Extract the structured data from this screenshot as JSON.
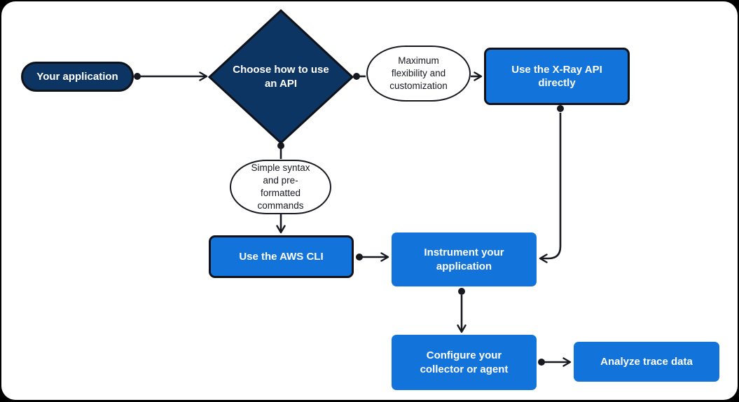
{
  "diagram": {
    "type": "flowchart",
    "nodes": {
      "start": {
        "label": "Your application",
        "shape": "stadium",
        "fill": "#0d3563",
        "text_color": "#ffffff"
      },
      "decision": {
        "label": "Choose how to use an API",
        "shape": "diamond",
        "fill": "#0d3563",
        "text_color": "#ffffff"
      },
      "cond_flexibility": {
        "label": "Maximum flexibility and customization",
        "shape": "ellipse",
        "fill": "#ffffff",
        "text_color": "#16191f"
      },
      "cond_simple": {
        "label": "Simple syntax and pre-formatted commands",
        "shape": "ellipse",
        "fill": "#ffffff",
        "text_color": "#16191f"
      },
      "xray_api": {
        "label": "Use the X-Ray API directly",
        "shape": "process",
        "fill": "#1274db",
        "text_color": "#ffffff"
      },
      "aws_cli": {
        "label": "Use the AWS CLI",
        "shape": "process",
        "fill": "#1274db",
        "text_color": "#ffffff"
      },
      "instrument": {
        "label": "Instrument your application",
        "shape": "process",
        "fill": "#1274db",
        "text_color": "#ffffff"
      },
      "configure": {
        "label": "Configure your collector or agent",
        "shape": "process",
        "fill": "#1274db",
        "text_color": "#ffffff"
      },
      "analyze": {
        "label": "Analyze trace data",
        "shape": "process",
        "fill": "#1274db",
        "text_color": "#ffffff"
      }
    },
    "edges": [
      {
        "from": "start",
        "to": "decision"
      },
      {
        "from": "decision",
        "to": "xray_api",
        "via": "cond_flexibility"
      },
      {
        "from": "decision",
        "to": "aws_cli",
        "via": "cond_simple"
      },
      {
        "from": "xray_api",
        "to": "instrument"
      },
      {
        "from": "aws_cli",
        "to": "instrument"
      },
      {
        "from": "instrument",
        "to": "configure"
      },
      {
        "from": "configure",
        "to": "analyze"
      }
    ],
    "colors": {
      "frame_border": "#000000",
      "canvas_background": "#ffffff",
      "navy": "#0d3563",
      "blue": "#1274db",
      "connector": "#16191f"
    }
  }
}
